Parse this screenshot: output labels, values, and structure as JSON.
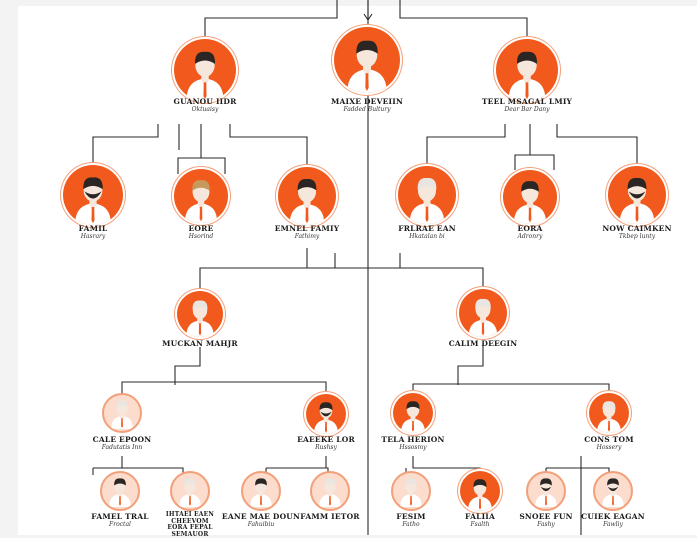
{
  "colors": {
    "accent": "#f15a1c",
    "accent_light": "#fbdccd",
    "line": "#2a2a2a",
    "background": "#ffffff"
  },
  "nodes": [
    {
      "id": "n1",
      "name": "GUANOU IIDR",
      "role": "Oktuaisy",
      "style": "solid",
      "hair": "dark",
      "icon": "person-icon"
    },
    {
      "id": "n2",
      "name": "MAIXE DEVEIIN",
      "role": "Fadded Bultury",
      "style": "solid",
      "hair": "dark",
      "icon": "person-icon"
    },
    {
      "id": "n3",
      "name": "TEEL MSAGAL LMIY",
      "role": "Dear Bar Dany",
      "style": "solid",
      "hair": "dark",
      "icon": "person-icon"
    },
    {
      "id": "n4",
      "name": "FAMIL",
      "role": "Hasrary",
      "style": "solid",
      "hair": "beard",
      "icon": "bearded-person-icon"
    },
    {
      "id": "n5",
      "name": "EORE",
      "role": "Hsorind",
      "style": "solid",
      "hair": "blond",
      "icon": "person-icon"
    },
    {
      "id": "n6",
      "name": "EMNEL FAMIY",
      "role": "Fathimy",
      "style": "solid",
      "hair": "dark",
      "icon": "person-icon"
    },
    {
      "id": "n7",
      "name": "FRLRAE EAN",
      "role": "Hkatalan bi",
      "style": "solid",
      "hair": "white",
      "icon": "person-icon"
    },
    {
      "id": "n8",
      "name": "EORA",
      "role": "Adronry",
      "style": "solid",
      "hair": "dark",
      "icon": "person-icon"
    },
    {
      "id": "n9",
      "name": "NOW CAIMKEN",
      "role": "Tkbep lunty",
      "style": "solid",
      "hair": "beard",
      "icon": "bearded-person-icon"
    },
    {
      "id": "n10",
      "name": "MUCKAN MAHJR",
      "role": "",
      "style": "solid",
      "hair": "white",
      "icon": "person-icon"
    },
    {
      "id": "n11",
      "name": "CALIM DEEGIN",
      "role": "",
      "style": "solid",
      "hair": "white",
      "icon": "person-icon"
    },
    {
      "id": "n12",
      "name": "CALE EPOON",
      "role": "Fadutatis Inn",
      "style": "light",
      "hair": "white",
      "icon": "person-icon"
    },
    {
      "id": "n13",
      "name": "EAEEKE LOR",
      "role": "Rushsy",
      "style": "solid",
      "hair": "beard",
      "icon": "bearded-person-icon"
    },
    {
      "id": "n14",
      "name": "TELA HERION",
      "role": "Hssosmy",
      "style": "solid",
      "hair": "dark",
      "icon": "person-icon"
    },
    {
      "id": "n15",
      "name": "CONS TOM",
      "role": "Hossery",
      "style": "solid",
      "hair": "white",
      "icon": "person-icon"
    },
    {
      "id": "n16",
      "name": "FAMEL TRAL",
      "role": "Froctal",
      "style": "light",
      "hair": "dark",
      "icon": "person-icon"
    },
    {
      "id": "n17",
      "name": "IHTAEI EAEN CHEEVOM EORA FEPAL SEMAUOR",
      "role": "",
      "style": "light",
      "hair": "white",
      "icon": "person-icon"
    },
    {
      "id": "n18",
      "name": "EANE MAE DOUN",
      "role": "Fahuibiu",
      "style": "light",
      "hair": "dark",
      "icon": "person-icon"
    },
    {
      "id": "n19",
      "name": "FAMM IETOR",
      "role": "",
      "style": "light",
      "hair": "white",
      "icon": "person-icon"
    },
    {
      "id": "n20",
      "name": "FESIM",
      "role": "Fatho",
      "style": "light",
      "hair": "white",
      "icon": "person-icon"
    },
    {
      "id": "n21",
      "name": "FALIIA",
      "role": "Fsalth",
      "style": "solid",
      "hair": "dark",
      "icon": "person-icon"
    },
    {
      "id": "n22",
      "name": "SNOEE FUN",
      "role": "Fashy",
      "style": "light",
      "hair": "beard",
      "icon": "bearded-person-icon"
    },
    {
      "id": "n23",
      "name": "CUIEK EAGAN",
      "role": "Fawliy",
      "style": "light",
      "hair": "beard",
      "icon": "bearded-person-icon"
    }
  ]
}
